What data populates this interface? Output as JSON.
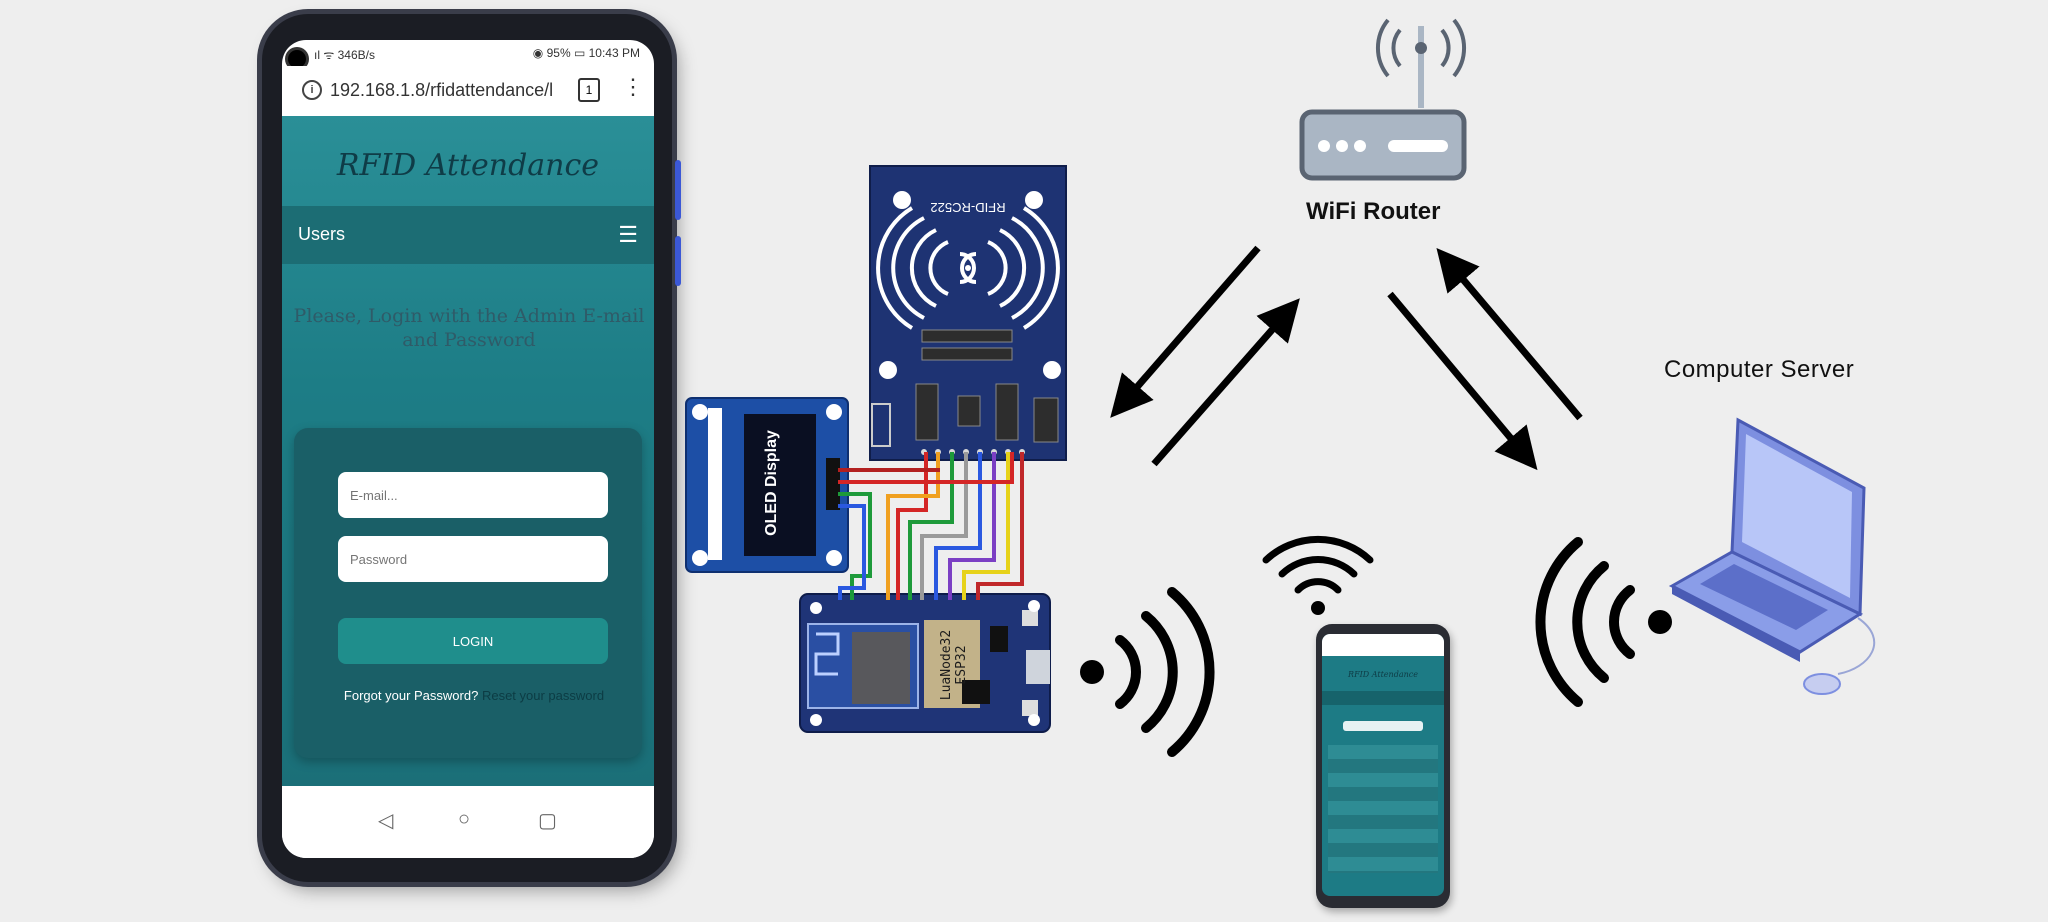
{
  "phone": {
    "status_left": "ıl ᯤ 346B/s",
    "status_right": "◉ 95% ▭ 10:43 PM",
    "url": "192.168.1.8/rfidattendance/l",
    "tab_count": "1",
    "app_title": "RFID Attendance",
    "nav_label": "Users",
    "prompt": "Please, Login with the Admin E-mail and Password",
    "email_placeholder": "E-mail...",
    "password_placeholder": "Password",
    "login_label": "LOGIN",
    "forgot_text": "Forgot your Password?",
    "reset_text": "Reset your password"
  },
  "hardware": {
    "rfid_label": "RFID-RC522",
    "oled_label": "OLED Display",
    "esp_label": "LuaNode32 ESP32"
  },
  "labels": {
    "router": "WiFi Router",
    "computer": "Computer Server"
  },
  "small_phone": {
    "app_title": "RFID Attendance"
  },
  "colors": {
    "teal": "#1d7d86",
    "board_blue": "#1f3477",
    "router": "#aab6c4"
  }
}
